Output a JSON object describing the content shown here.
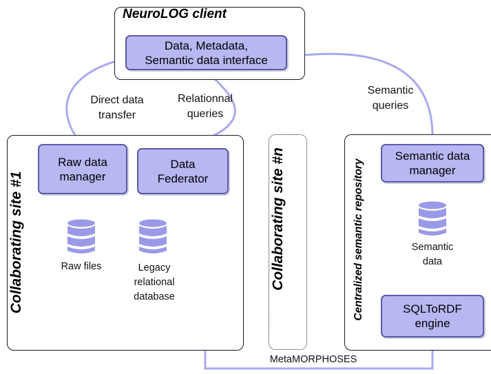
{
  "client": {
    "title": "NeuroLOG client",
    "interface_box": "Data, Metadata,\nSemantic data interface"
  },
  "site1": {
    "title": "Collaborating site #1",
    "raw_manager": "Raw data\nmanager",
    "federator": "Data\nFederator",
    "raw_files": "Raw files",
    "legacy_db": "Legacy\nrelational\ndatabase"
  },
  "siten": {
    "title": "Collaborating site #n"
  },
  "repository": {
    "title": "Centralized semantic repository",
    "semantic_manager": "Semantic data\nmanager",
    "semantic_data": "Semantic\ndata",
    "sqltordf": "SQLToRDF\nengine"
  },
  "edges": {
    "direct_transfer": "Direct data\ntransfer",
    "relational_queries": "Relationnal\nqueries",
    "semantic_queries": "Semantic\nqueries",
    "metamorphoses": "MetaMORPHOSES"
  },
  "colors": {
    "box_fill": "#b7b7f2",
    "box_border": "#5b5aa6",
    "connector": "#a9a9f0",
    "database_icon": "#9a9ae8"
  },
  "icons": {
    "database": "database-icon"
  }
}
